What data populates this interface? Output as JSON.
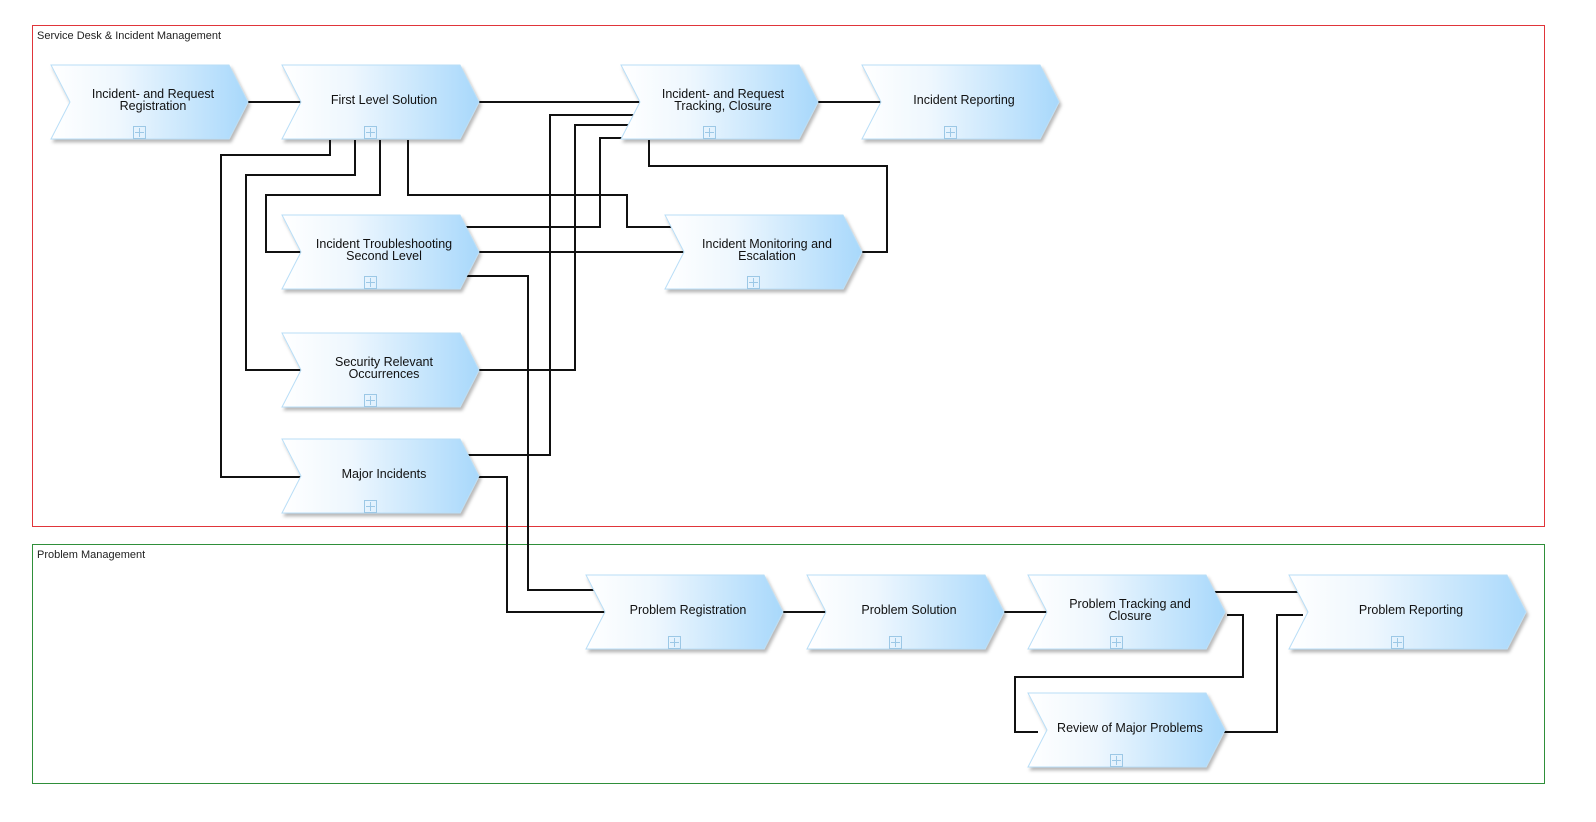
{
  "colors": {
    "lane_incident_border": "#e0353a",
    "lane_problem_border": "#2f8f3a",
    "node_fill_start": "#ffffff",
    "node_fill_end": "#a8d8fb",
    "node_stroke": "#b9def7",
    "connector": "#111111"
  },
  "lanes": {
    "incident": {
      "title": "Service Desk & Incident Management"
    },
    "problem": {
      "title": "Problem Management"
    }
  },
  "nodes": [
    {
      "id": "incident-request-registration",
      "label": "Incident- and Request Registration"
    },
    {
      "id": "first-level-solution",
      "label": "First Level Solution"
    },
    {
      "id": "incident-request-tracking-closure",
      "label": "Incident- and Request Tracking, Closure"
    },
    {
      "id": "incident-reporting",
      "label": "Incident Reporting"
    },
    {
      "id": "incident-troubleshooting-second-level",
      "label": "Incident Troubleshooting Second Level"
    },
    {
      "id": "incident-monitoring-escalation",
      "label": "Incident Monitoring and Escalation"
    },
    {
      "id": "security-relevant-occurrences",
      "label": "Security Relevant Occurrences"
    },
    {
      "id": "major-incidents",
      "label": "Major Incidents"
    },
    {
      "id": "problem-registration",
      "label": "Problem Registration"
    },
    {
      "id": "problem-solution",
      "label": "Problem Solution"
    },
    {
      "id": "problem-tracking-closure",
      "label": "Problem Tracking and Closure"
    },
    {
      "id": "problem-reporting",
      "label": "Problem Reporting"
    },
    {
      "id": "review-major-problems",
      "label": "Review of Major Problems"
    }
  ]
}
